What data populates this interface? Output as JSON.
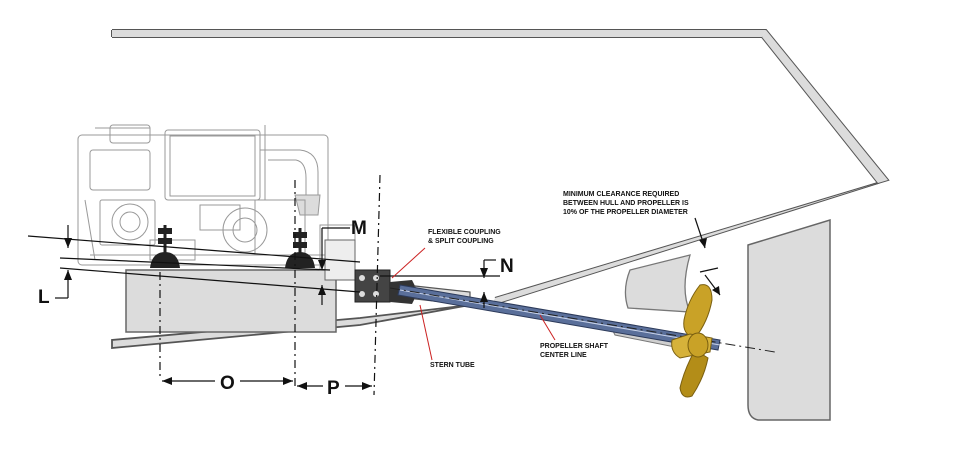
{
  "dimension_labels": {
    "L": "L",
    "M": "M",
    "N": "N",
    "O": "O",
    "P": "P"
  },
  "annotations": {
    "coupling_line1": "FLEXIBLE COUPLING",
    "coupling_line2": "& SPLIT COUPLING",
    "clearance_line1": "MINIMUM CLEARANCE REQUIRED",
    "clearance_line2": "BETWEEN HULL AND PROPELLER IS",
    "clearance_line3": "10% OF THE PROPELLER DIAMETER",
    "stern_tube": "STERN TUBE",
    "shaft_line1": "PROPELLER SHAFT",
    "shaft_line2": "CENTER LINE"
  },
  "colors": {
    "hull_fill": "#dcdcdc",
    "hull_stroke": "#555555",
    "shaft": "#5a6f9a",
    "propeller": "#c9a227",
    "leader_red": "#cc2222"
  }
}
